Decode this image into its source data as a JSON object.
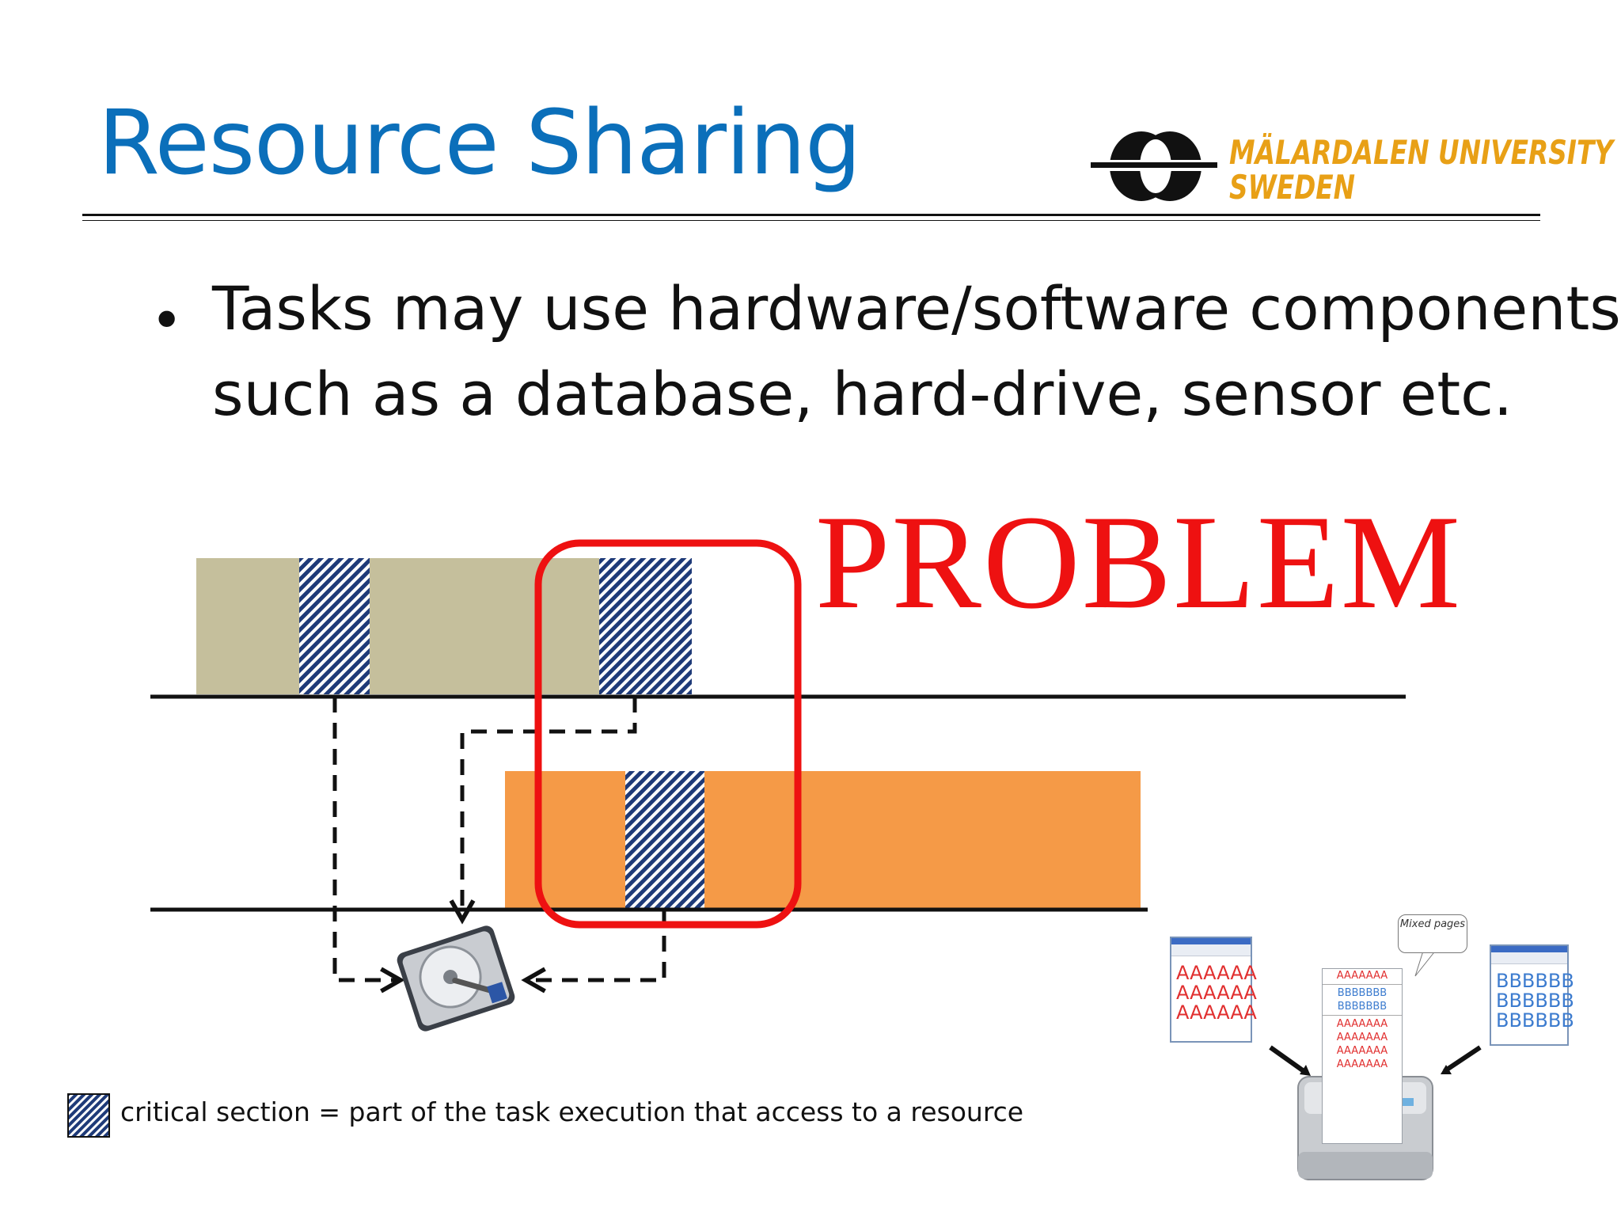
{
  "slide": {
    "title": "Resource Sharing",
    "logo": {
      "line1": "MÄLARDALEN UNIVERSITY",
      "line2": "SWEDEN"
    },
    "bullet": {
      "line1": "Tasks may use hardware/software components",
      "line2": "such as a database, hard-drive, sensor etc."
    },
    "callout": "PROBLEM",
    "legend": "critical section = part of the task execution that access to a resource",
    "printer_example": {
      "window_a_lines": [
        "AAAAAA",
        "AAAAAA",
        "AAAAAA"
      ],
      "window_b_lines": [
        "BBBBBB",
        "BBBBBB",
        "BBBBBB"
      ],
      "page_lines": [
        "AAAAAAA",
        "BBBBBBB",
        "BBBBBBB",
        "AAAAAAA",
        "AAAAAAA",
        "AAAAAAA",
        "AAAAAAA"
      ],
      "bubble": "Mixed pages"
    }
  },
  "colors": {
    "title": "#0b6fba",
    "task1": "#c5bf9c",
    "task2": "#f59a47",
    "critical_section_stripe": "#1e3a78",
    "problem": "#ee1111",
    "logo_text": "#e8a016"
  },
  "icons": [
    "university-logo-icon",
    "hard-drive-icon",
    "printer-icon",
    "critical-section-swatch-icon"
  ]
}
